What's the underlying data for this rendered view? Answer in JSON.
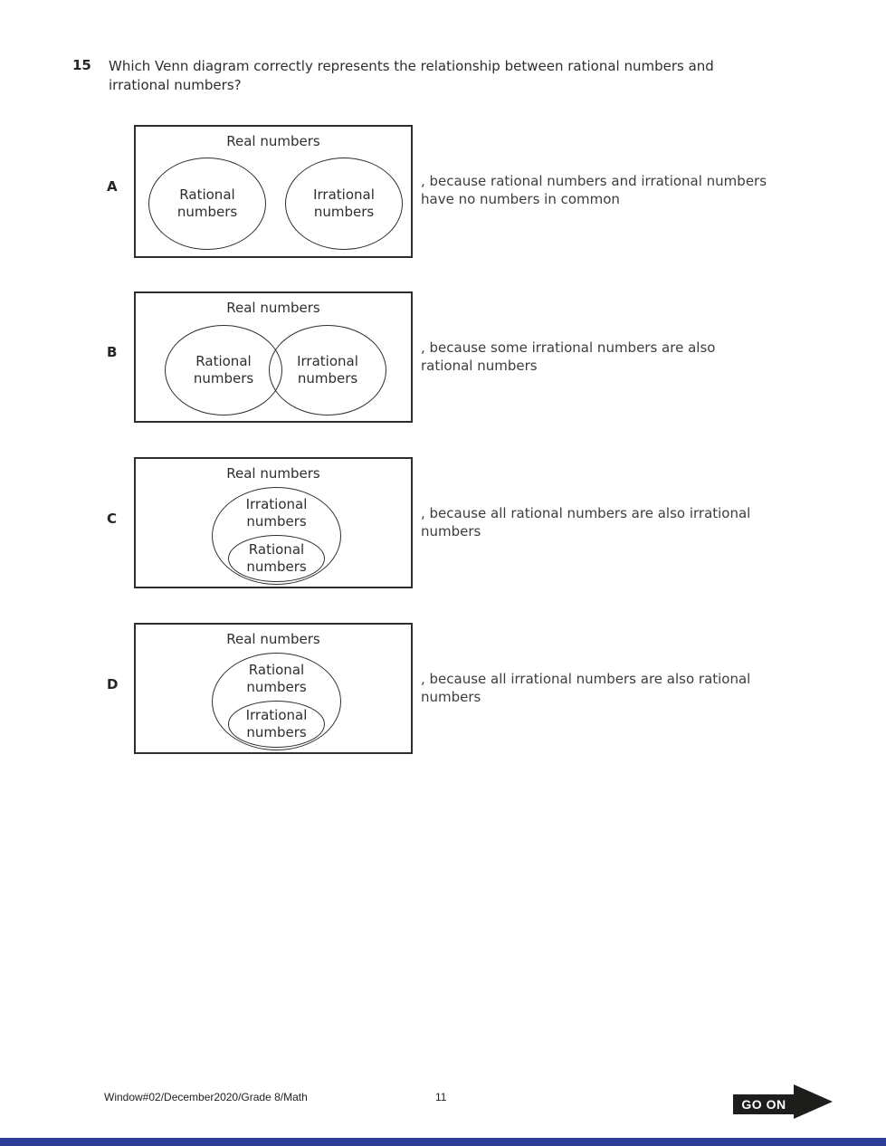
{
  "question": {
    "number": "15",
    "text": "Which Venn diagram correctly represents the relationship between rational numbers and\nirrational numbers?"
  },
  "options": [
    {
      "label": "A",
      "universe": "Real numbers",
      "venn_type": "disjoint",
      "set1": "Rational\nnumbers",
      "set2": "Irrational\nnumbers",
      "explanation": ", because rational numbers and irrational numbers\nhave no numbers in common"
    },
    {
      "label": "B",
      "universe": "Real numbers",
      "venn_type": "overlapping",
      "set1": "Rational\nnumbers",
      "set2": "Irrational\nnumbers",
      "explanation": ", because some irrational numbers are also\nrational numbers"
    },
    {
      "label": "C",
      "universe": "Real numbers",
      "venn_type": "nested",
      "outer_set": "Irrational\nnumbers",
      "inner_set": "Rational\nnumbers",
      "explanation": ", because all rational numbers are also irrational\nnumbers"
    },
    {
      "label": "D",
      "universe": "Real numbers",
      "venn_type": "nested",
      "outer_set": "Rational\nnumbers",
      "inner_set": "Irrational\nnumbers",
      "explanation": ", because all irrational numbers are also rational\nnumbers"
    }
  ],
  "footer": {
    "document_code": "Window#02/December2020/Grade 8/Math",
    "page_number": "11",
    "go_on_label": "GO ON"
  },
  "colors": {
    "go_on_bg": "#1d1d1b",
    "go_on_text": "#ffffff",
    "bottom_bar": "#2d3c96",
    "line": "#2e2e2e"
  }
}
